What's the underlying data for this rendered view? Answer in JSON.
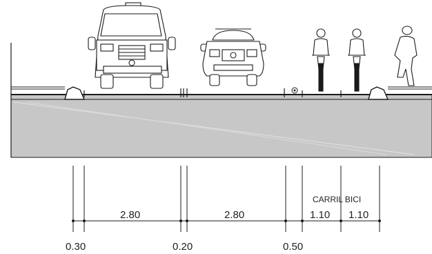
{
  "lane_label": "CARRIL BICI",
  "top_dimensions": [
    "2.80",
    "2.80",
    "1.10",
    "1.10"
  ],
  "bottom_dimensions": [
    "0.30",
    "0.20",
    "0.50"
  ],
  "colors": {
    "road": "#c7c7c7",
    "line": "#1a1a1a",
    "background": "#ffffff"
  },
  "figures": [
    "van-icon",
    "suv-icon",
    "cyclist-icon",
    "cyclist-icon",
    "pedestrian-icon"
  ]
}
